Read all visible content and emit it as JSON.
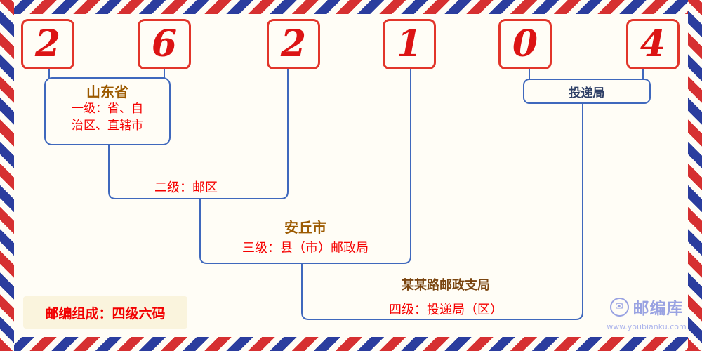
{
  "postal_code": {
    "digits": [
      "2",
      "6",
      "2",
      "1",
      "0",
      "4"
    ]
  },
  "levels": {
    "level1": {
      "region": "山东省",
      "description": "一级：省、自治区、直辖市"
    },
    "level2": {
      "description": "二级：邮区"
    },
    "level3": {
      "region": "安丘市",
      "description": "三级：县（市）邮政局"
    },
    "level4": {
      "office": "某某路邮政支局",
      "description": "四级：投递局（区）"
    },
    "delivery": {
      "label": "投递局"
    }
  },
  "footer": {
    "composition": "邮编组成：四级六码"
  },
  "branding": {
    "site_name": "邮编库",
    "site_url": "www.youbianku.com",
    "icon_glyph": "✉"
  },
  "colors": {
    "digit_red": "#dc1414",
    "box_border_red": "#e2352a",
    "line_blue": "#3f68bd",
    "label_red": "#f50000",
    "region_brown": "#9c5a00",
    "office_brown": "#7a4510",
    "delivery_navy": "#2e3f66",
    "brand_periwinkle": "#99a2e2",
    "stripe_red": "#d63031",
    "stripe_blue": "#2b3d9e",
    "badge_background": "#faf4dd"
  }
}
